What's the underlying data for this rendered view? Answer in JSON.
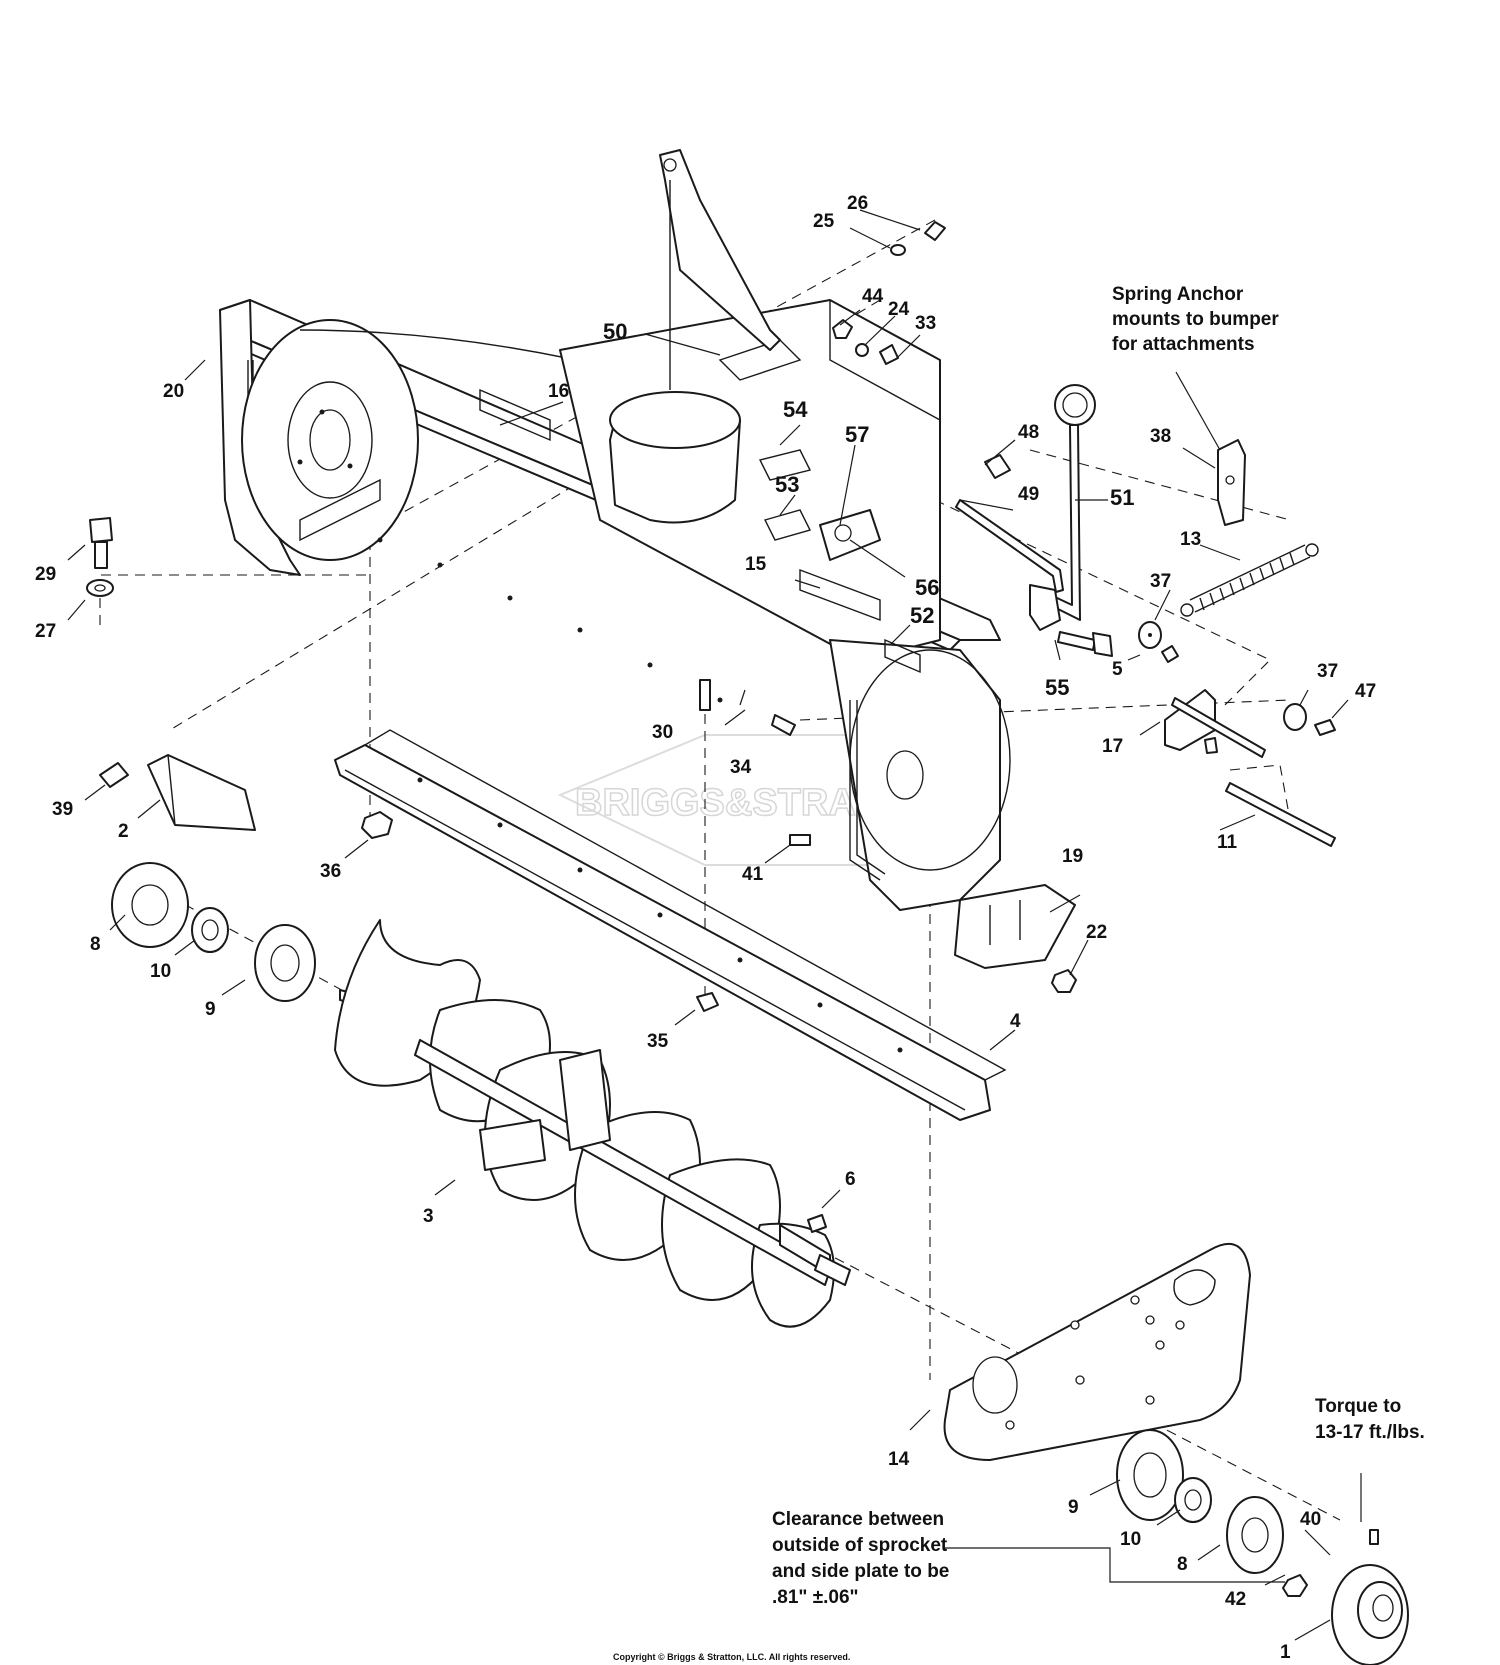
{
  "watermark": "BRIGGS&STRATTON",
  "copyright": "Copyright © Briggs & Stratton, LLC. All rights reserved.",
  "notes": {
    "spring_anchor": [
      "Spring Anchor",
      "mounts to bumper",
      "for attachments"
    ],
    "torque": [
      "Torque to",
      "13-17 ft./lbs."
    ],
    "clearance": [
      "Clearance between",
      "outside of sprocket",
      "and side plate to be",
      ".81\" ±.06\""
    ]
  },
  "callouts": {
    "c1": "1",
    "c2": "2",
    "c3": "3",
    "c4": "4",
    "c5": "5",
    "c6": "6",
    "c8a": "8",
    "c8b": "8",
    "c9a": "9",
    "c9b": "9",
    "c10a": "10",
    "c10b": "10",
    "c11": "11",
    "c13": "13",
    "c14": "14",
    "c15": "15",
    "c16": "16",
    "c17": "17",
    "c19": "19",
    "c20": "20",
    "c22": "22",
    "c24": "24",
    "c25": "25",
    "c26": "26",
    "c27": "27",
    "c29": "29",
    "c30": "30",
    "c33": "33",
    "c34": "34",
    "c35": "35",
    "c36": "36",
    "c37a": "37",
    "c37b": "37",
    "c38": "38",
    "c39": "39",
    "c40": "40",
    "c41": "41",
    "c42": "42",
    "c44": "44",
    "c47": "47",
    "c48": "48",
    "c49": "49",
    "c50": "50",
    "c51": "51",
    "c52": "52",
    "c53": "53",
    "c54": "54",
    "c55": "55",
    "c56": "56",
    "c57": "57"
  }
}
